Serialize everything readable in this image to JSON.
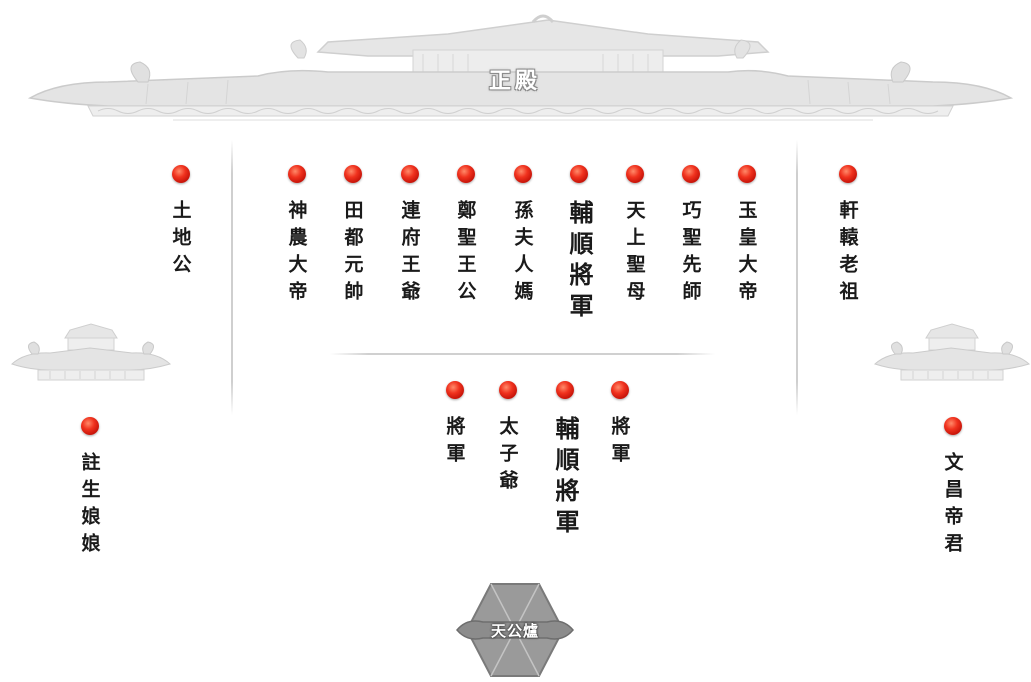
{
  "hall": {
    "title": "正殿"
  },
  "censer": {
    "label": "天公爐"
  },
  "deities": {
    "tudigong": "土地公",
    "shennong": "神農大帝",
    "tiandu": "田都元帥",
    "lianfu": "連府王爺",
    "zheng": "鄭聖王公",
    "sun": "孫夫人媽",
    "fushun": "輔順將軍",
    "tianshang": "天上聖母",
    "qiaosheng": "巧聖先師",
    "yuhuang": "玉皇大帝",
    "xuanyuan": "軒轅老祖",
    "zhusheng": "註生娘娘",
    "wenchang": "文昌帝君",
    "jiangjun_left": "將軍",
    "taizi": "太子爺",
    "fushun_lower": "輔順將軍",
    "jiangjun_right": "將軍"
  },
  "colors": {
    "dot": "#e8321e",
    "text": "#1a1a1a",
    "roof": "#d9d9d9"
  }
}
